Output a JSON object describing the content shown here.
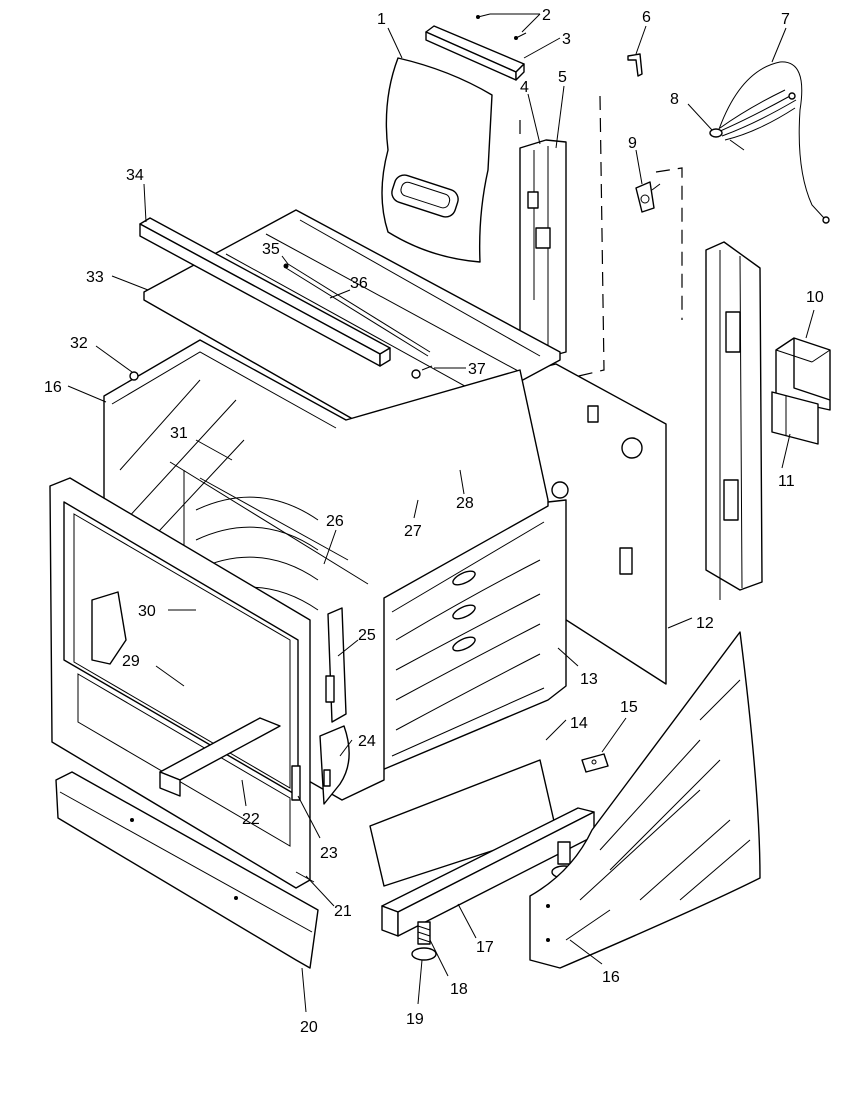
{
  "callouts": [
    {
      "id": "c1",
      "num": "1"
    },
    {
      "id": "c2",
      "num": "2"
    },
    {
      "id": "c3",
      "num": "3"
    },
    {
      "id": "c4",
      "num": "4"
    },
    {
      "id": "c5",
      "num": "5"
    },
    {
      "id": "c6",
      "num": "6"
    },
    {
      "id": "c7",
      "num": "7"
    },
    {
      "id": "c8",
      "num": "8"
    },
    {
      "id": "c9",
      "num": "9"
    },
    {
      "id": "c10",
      "num": "10"
    },
    {
      "id": "c11",
      "num": "11"
    },
    {
      "id": "c12",
      "num": "12"
    },
    {
      "id": "c13",
      "num": "13"
    },
    {
      "id": "c14",
      "num": "14"
    },
    {
      "id": "c15",
      "num": "15"
    },
    {
      "id": "c16a",
      "num": "16"
    },
    {
      "id": "c16b",
      "num": "16"
    },
    {
      "id": "c17",
      "num": "17"
    },
    {
      "id": "c18",
      "num": "18"
    },
    {
      "id": "c19",
      "num": "19"
    },
    {
      "id": "c20",
      "num": "20"
    },
    {
      "id": "c21",
      "num": "21"
    },
    {
      "id": "c22",
      "num": "22"
    },
    {
      "id": "c23",
      "num": "23"
    },
    {
      "id": "c24",
      "num": "24"
    },
    {
      "id": "c25",
      "num": "25"
    },
    {
      "id": "c26",
      "num": "26"
    },
    {
      "id": "c27",
      "num": "27"
    },
    {
      "id": "c28",
      "num": "28"
    },
    {
      "id": "c29",
      "num": "29"
    },
    {
      "id": "c30",
      "num": "30"
    },
    {
      "id": "c31",
      "num": "31"
    },
    {
      "id": "c32",
      "num": "32"
    },
    {
      "id": "c33",
      "num": "33"
    },
    {
      "id": "c34",
      "num": "34"
    },
    {
      "id": "c35",
      "num": "35"
    },
    {
      "id": "c36",
      "num": "36"
    },
    {
      "id": "c37",
      "num": "37"
    }
  ]
}
